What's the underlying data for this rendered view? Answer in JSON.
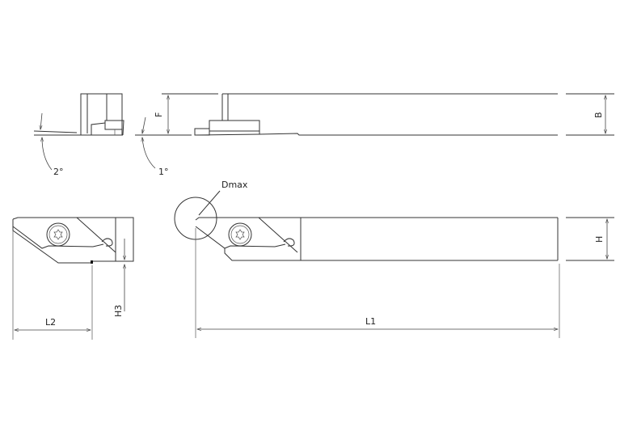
{
  "diagram": {
    "type": "technical-drawing",
    "subject": "grooving/parting tool holder with insert",
    "views": [
      "end-view",
      "side-view",
      "top-view-head-detail",
      "top-view-full"
    ]
  },
  "labels": {
    "angle_left": "2°",
    "angle_right": "1°",
    "dim_F": "F",
    "dim_B": "B",
    "dim_Dmax": "Dmax",
    "dim_H": "H",
    "dim_H3": "H3",
    "dim_L2": "L2",
    "dim_L1": "L1"
  },
  "colors": {
    "line": "#333333",
    "background": "#ffffff"
  }
}
